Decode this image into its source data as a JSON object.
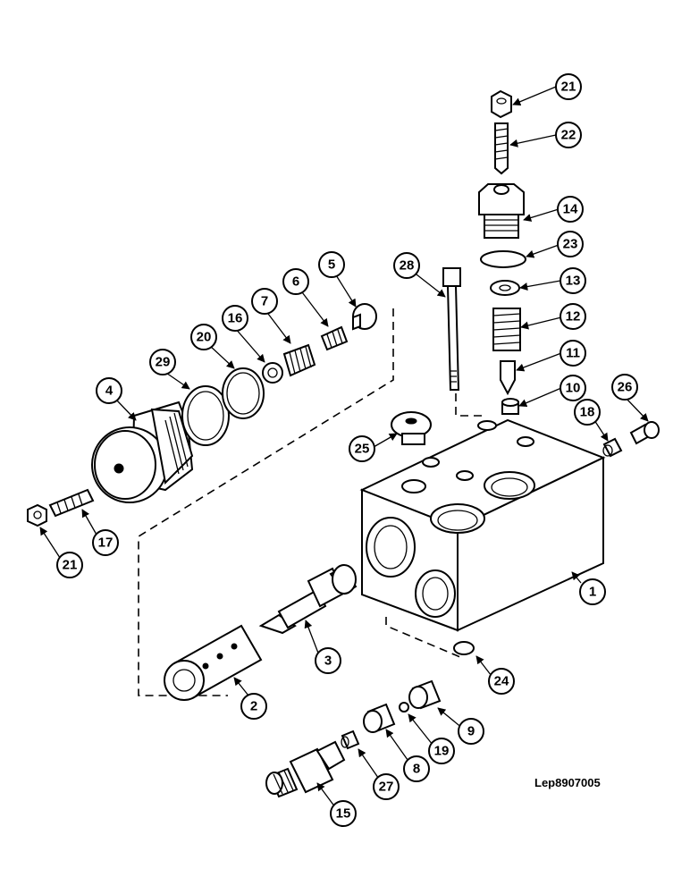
{
  "diagram": {
    "reference": "Lep8907005",
    "callouts": [
      {
        "id": "c1",
        "label": "1"
      },
      {
        "id": "c2",
        "label": "2"
      },
      {
        "id": "c3",
        "label": "3"
      },
      {
        "id": "c4",
        "label": "4"
      },
      {
        "id": "c5",
        "label": "5"
      },
      {
        "id": "c6",
        "label": "6"
      },
      {
        "id": "c7",
        "label": "7"
      },
      {
        "id": "c8",
        "label": "8"
      },
      {
        "id": "c9",
        "label": "9"
      },
      {
        "id": "c10",
        "label": "10"
      },
      {
        "id": "c11",
        "label": "11"
      },
      {
        "id": "c12",
        "label": "12"
      },
      {
        "id": "c13",
        "label": "13"
      },
      {
        "id": "c14",
        "label": "14"
      },
      {
        "id": "c15",
        "label": "15"
      },
      {
        "id": "c16",
        "label": "16"
      },
      {
        "id": "c17",
        "label": "17"
      },
      {
        "id": "c18",
        "label": "18"
      },
      {
        "id": "c19",
        "label": "19"
      },
      {
        "id": "c20",
        "label": "20"
      },
      {
        "id": "c21a",
        "label": "21"
      },
      {
        "id": "c21b",
        "label": "21"
      },
      {
        "id": "c22",
        "label": "22"
      },
      {
        "id": "c23",
        "label": "23"
      },
      {
        "id": "c24",
        "label": "24"
      },
      {
        "id": "c25",
        "label": "25"
      },
      {
        "id": "c26",
        "label": "26"
      },
      {
        "id": "c27",
        "label": "27"
      },
      {
        "id": "c28",
        "label": "28"
      },
      {
        "id": "c29",
        "label": "29"
      }
    ]
  }
}
